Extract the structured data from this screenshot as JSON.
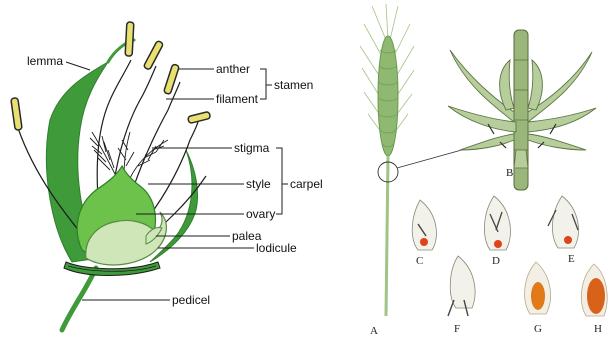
{
  "flower_diagram": {
    "labels": {
      "lemma": "lemma",
      "anther": "anther",
      "filament": "filament",
      "stamen": "stamen",
      "stigma": "stigma",
      "style": "style",
      "carpel": "carpel",
      "ovary": "ovary",
      "palea": "palea",
      "lodicule": "lodicule",
      "pedicel": "pedicel"
    }
  },
  "wheat_illustration": {
    "panels": {
      "a": "A",
      "b": "B",
      "c": "C",
      "d": "D",
      "e": "E",
      "f": "F",
      "g": "G",
      "h": "H"
    }
  },
  "colors": {
    "stem_green": "#3f9a3a",
    "ovary_green": "#6cc24a",
    "palea_fill": "#cfe7b8",
    "anther_yellow": "#e8e070",
    "grain_orange": "#e07a1a",
    "spike_green": "#8fb870"
  }
}
